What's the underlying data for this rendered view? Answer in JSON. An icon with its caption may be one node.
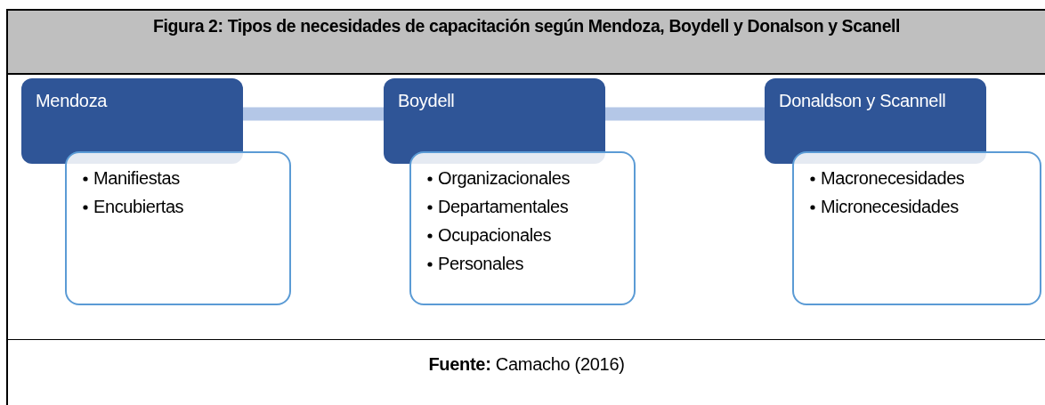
{
  "diagram": {
    "title": "Figura 2: Tipos de necesidades de capacitación según Mendoza, Boydell y Donalson y Scanell",
    "nodes": [
      {
        "text": [
          "Mendoza"
        ]
      },
      {
        "text": [
          "Manifiestas",
          "Encubiertas"
        ]
      },
      {
        "text": [
          "Boydell"
        ]
      },
      {
        "text": [
          "Organizacionales",
          "Departamentales",
          "Ocupacionales",
          "Personales"
        ]
      },
      {
        "text": [
          "Donaldson y Scannell"
        ]
      },
      {
        "text": [
          "Macronecesidades",
          "Micronecesidades"
        ]
      }
    ],
    "edges": [
      {
        "from": 0,
        "to": 2,
        "arrow": "none"
      },
      {
        "from": 2,
        "to": 4,
        "arrow": "none"
      }
    ],
    "labels": [
      "**Fuente:** Camacho (2016)"
    ]
  }
}
